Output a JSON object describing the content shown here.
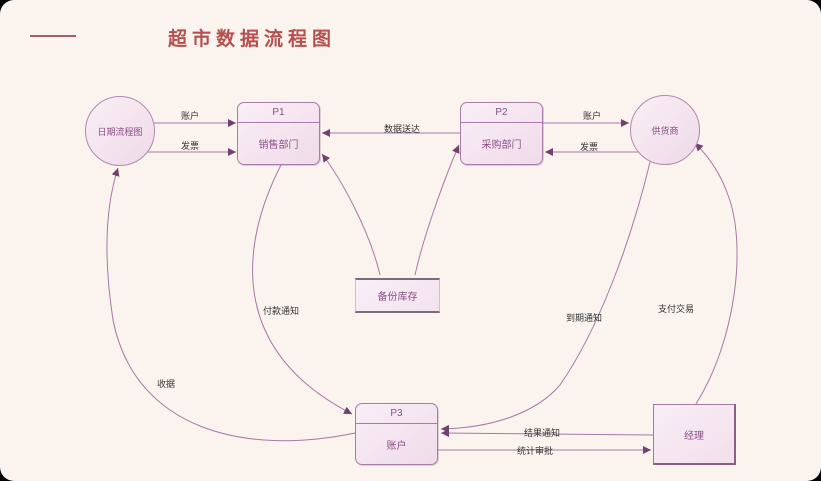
{
  "title": "超市数据流程图",
  "colors": {
    "background": "#fbf3ee",
    "frame": "#000000",
    "title_text": "#b5504e",
    "accent_line": "#a25f72",
    "shape_stroke": "#a87ca8",
    "shape_fill": "#f5e5f0",
    "node_text": "#8a4f86",
    "flow_line": "#a678a6",
    "arrowhead": "#70406e",
    "flow_label_text": "#333333"
  },
  "nodes": {
    "customer_entity": {
      "label": "日期流程图"
    },
    "supplier_entity": {
      "label": "供货商"
    },
    "process_p1": {
      "id": "P1",
      "label": "销售部门"
    },
    "process_p2": {
      "id": "P2",
      "label": "采购部门"
    },
    "process_p3": {
      "id": "P3",
      "label": "账户"
    },
    "datastore_backup": {
      "label": "备份库存"
    },
    "manager_entity": {
      "label": "经理"
    }
  },
  "flows": {
    "account_left": {
      "label": "账户",
      "from": "日期流程图",
      "to": "P1"
    },
    "invoice_left": {
      "label": "发票",
      "from": "日期流程图",
      "to": "P1"
    },
    "data_delivery": {
      "label": "数据送达",
      "from": "P2",
      "to": "P1"
    },
    "account_right": {
      "label": "账户",
      "from": "P2",
      "to": "供货商"
    },
    "invoice_right": {
      "label": "发票",
      "from": "供货商",
      "to": "P2"
    },
    "payment_notice": {
      "label": "付款通知",
      "from": "P1",
      "to": "P3"
    },
    "receipt": {
      "label": "收据",
      "from": "P3",
      "to": "日期流程图"
    },
    "due_notice": {
      "label": "到期通知",
      "from": "供货商",
      "to": "P3"
    },
    "payment_transaction": {
      "label": "支付交易",
      "from": "经理",
      "to": "供货商"
    },
    "result_notice": {
      "label": "结果通知",
      "from": "经理",
      "to": "P3"
    },
    "stats_approval": {
      "label": "统计审批",
      "from": "P3",
      "to": "经理"
    }
  }
}
